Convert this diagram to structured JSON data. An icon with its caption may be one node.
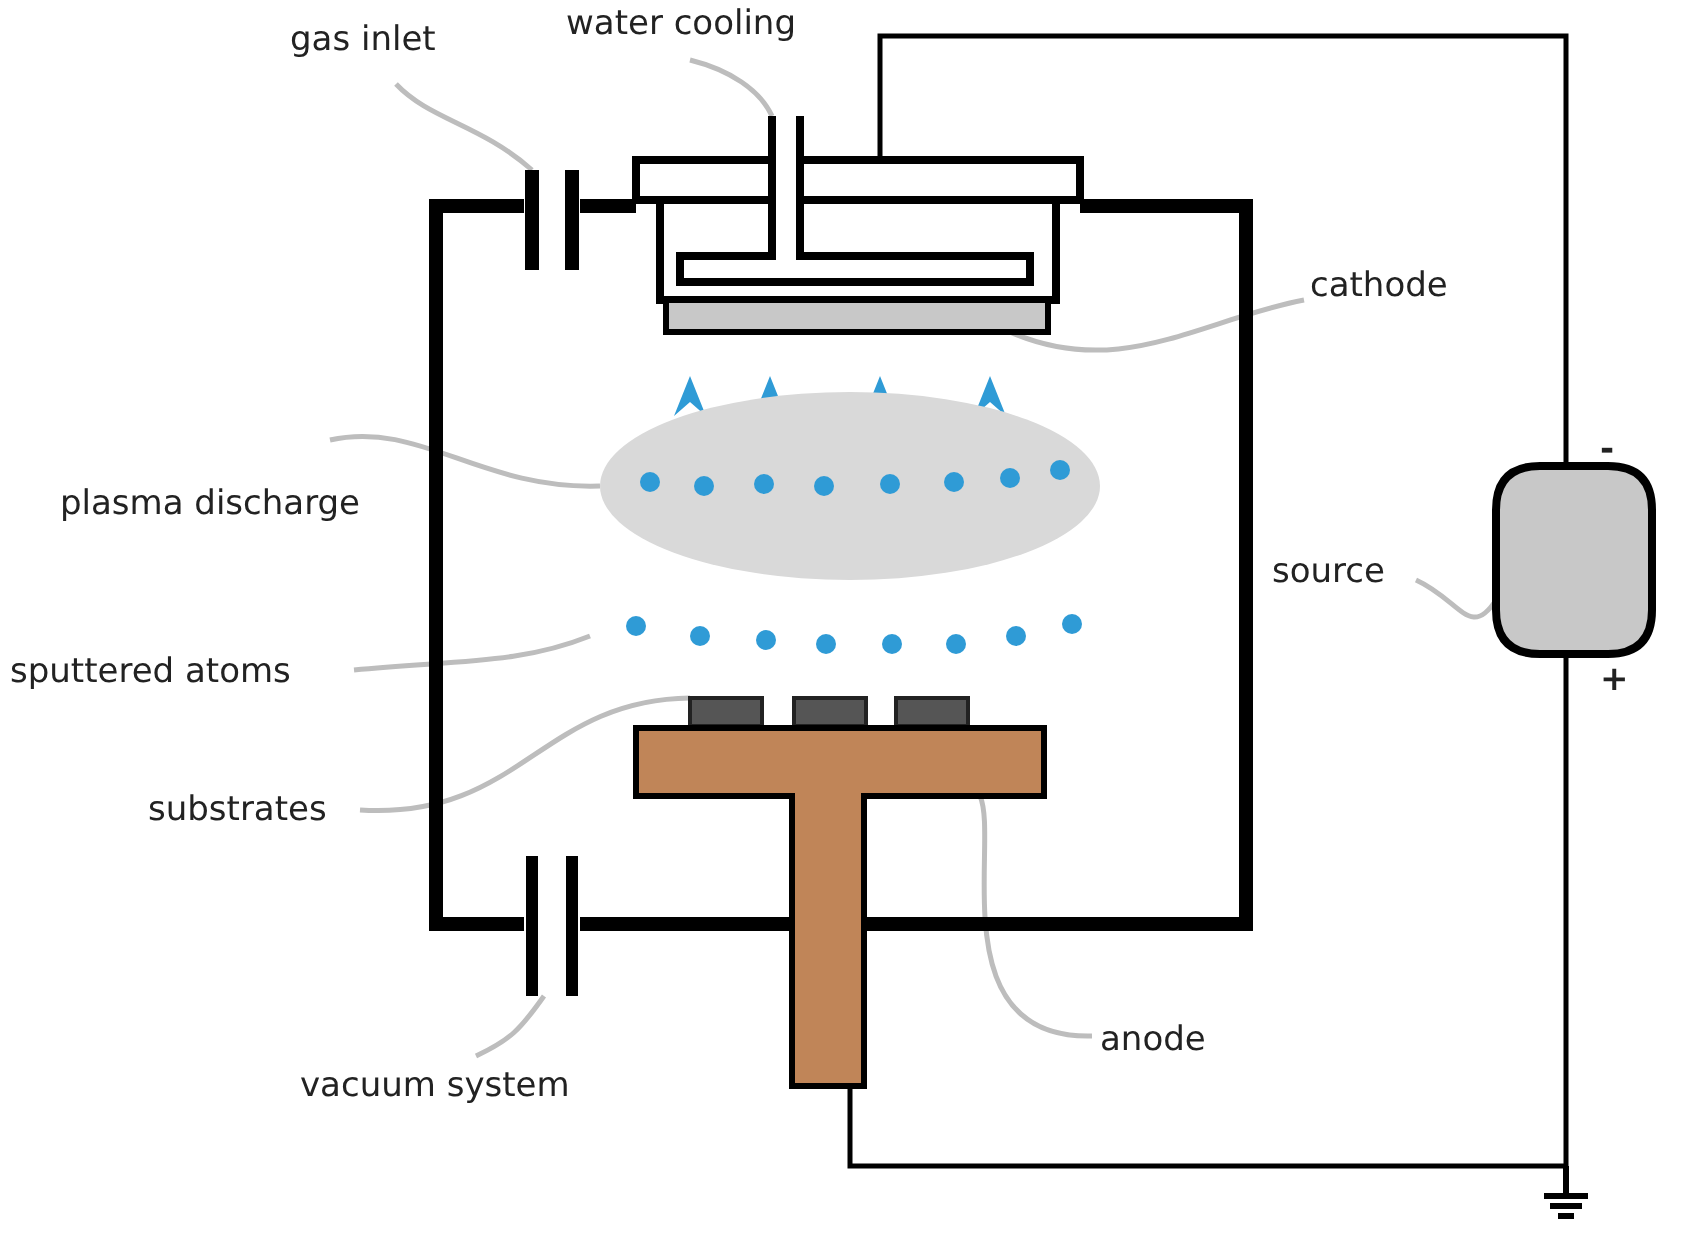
{
  "diagram": {
    "nodes": [
      {
        "text": [
          "gas inlet"
        ]
      },
      {
        "text": [],
        "shape": "valve"
      },
      {
        "text": [
          "water cooling"
        ]
      },
      {
        "text": [],
        "shape": "tube"
      },
      {
        "text": [
          "cathode"
        ]
      },
      {
        "text": [],
        "shape": "bar"
      },
      {
        "text": [
          "plasma discharge"
        ]
      },
      {
        "text": [],
        "shape": "ellipse"
      },
      {
        "text": [
          "sputtered atoms"
        ]
      },
      {
        "text": [
          "substrates"
        ]
      },
      {
        "text": [],
        "shape": "bar"
      },
      {
        "text": [
          "anode"
        ]
      },
      {
        "text": [],
        "shape": "bar"
      },
      {
        "text": [
          "vacuum system"
        ]
      },
      {
        "text": [],
        "shape": "valve"
      },
      {
        "text": [
          "source"
        ]
      },
      {
        "text": [],
        "shape": "box",
        "beside": [
          "-",
          "+"
        ]
      }
    ],
    "edges": [
      {
        "from": 0,
        "to": 1,
        "arrow": "none"
      },
      {
        "from": 2,
        "to": 3,
        "arrow": "none"
      },
      {
        "from": 4,
        "to": 5,
        "arrow": "none"
      },
      {
        "from": 6,
        "to": 7,
        "arrow": "none"
      },
      {
        "from": 8,
        "to": null,
        "arrow": "none"
      },
      {
        "from": 9,
        "to": 10,
        "arrow": "none"
      },
      {
        "from": 11,
        "to": 12,
        "arrow": "none"
      },
      {
        "from": 13,
        "to": 14,
        "arrow": "none"
      },
      {
        "from": 15,
        "to": 16,
        "arrow": "none"
      },
      {
        "from": 16,
        "to": 3,
        "arrow": "none",
        "color": "#000000"
      },
      {
        "from": 16,
        "to": 12,
        "arrow": "none",
        "color": "#000000"
      }
    ]
  }
}
